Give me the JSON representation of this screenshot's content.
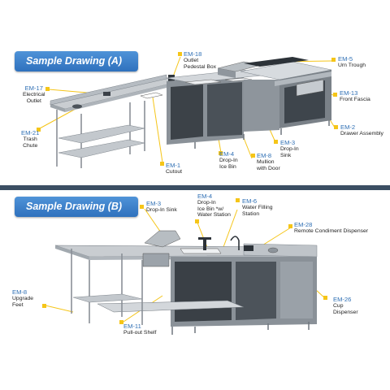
{
  "panel_a": {
    "title": "Sample Drawing (A)",
    "labels": [
      {
        "id": "em18",
        "code": "EM-18",
        "lines": [
          "Outlet",
          "Pedestal Box"
        ]
      },
      {
        "id": "em5",
        "code": "EM-5",
        "lines": [
          "Urn Trough"
        ]
      },
      {
        "id": "em17",
        "code": "EM-17",
        "lines": [
          "Electrical",
          "Outlet"
        ]
      },
      {
        "id": "em13",
        "code": "EM-13",
        "lines": [
          "Front Fascia"
        ]
      },
      {
        "id": "em2",
        "code": "EM-2",
        "lines": [
          "Drawer Assembly"
        ]
      },
      {
        "id": "em21",
        "code": "EM-21",
        "lines": [
          "Trash",
          "Chute"
        ]
      },
      {
        "id": "em3",
        "code": "EM-3",
        "lines": [
          "Drop-In",
          "Sink"
        ]
      },
      {
        "id": "em4",
        "code": "EM-4",
        "lines": [
          "Drop-In",
          "Ice Bin"
        ]
      },
      {
        "id": "em8",
        "code": "EM-8",
        "lines": [
          "Mullion",
          "with Door"
        ]
      },
      {
        "id": "em1",
        "code": "EM-1",
        "lines": [
          "Cutout"
        ]
      }
    ]
  },
  "panel_b": {
    "title": "Sample Drawing (B)",
    "labels": [
      {
        "id": "em3",
        "code": "EM-3",
        "lines": [
          "Drop-In Sink"
        ]
      },
      {
        "id": "em4",
        "code": "EM-4",
        "lines": [
          "Drop-In",
          "Ice Bin *w/",
          "Water Station"
        ]
      },
      {
        "id": "em6",
        "code": "EM-6",
        "lines": [
          "Water Filling",
          "Station"
        ]
      },
      {
        "id": "em28",
        "code": "EM-28",
        "lines": [
          "Remote Condiment Dispenser"
        ]
      },
      {
        "id": "em8",
        "code": "EM-8",
        "lines": [
          "Upgrade",
          "Feet"
        ]
      },
      {
        "id": "em26",
        "code": "EM-26",
        "lines": [
          "Cup",
          "Dispenser"
        ]
      },
      {
        "id": "em11",
        "code": "EM-11",
        "lines": [
          "Pull-out Shelf"
        ]
      }
    ]
  },
  "colors": {
    "accent": "#f5c518",
    "code_blue": "#2f6fb4",
    "title_blue": "#3a7fcb",
    "divider": "#3b4f63"
  }
}
